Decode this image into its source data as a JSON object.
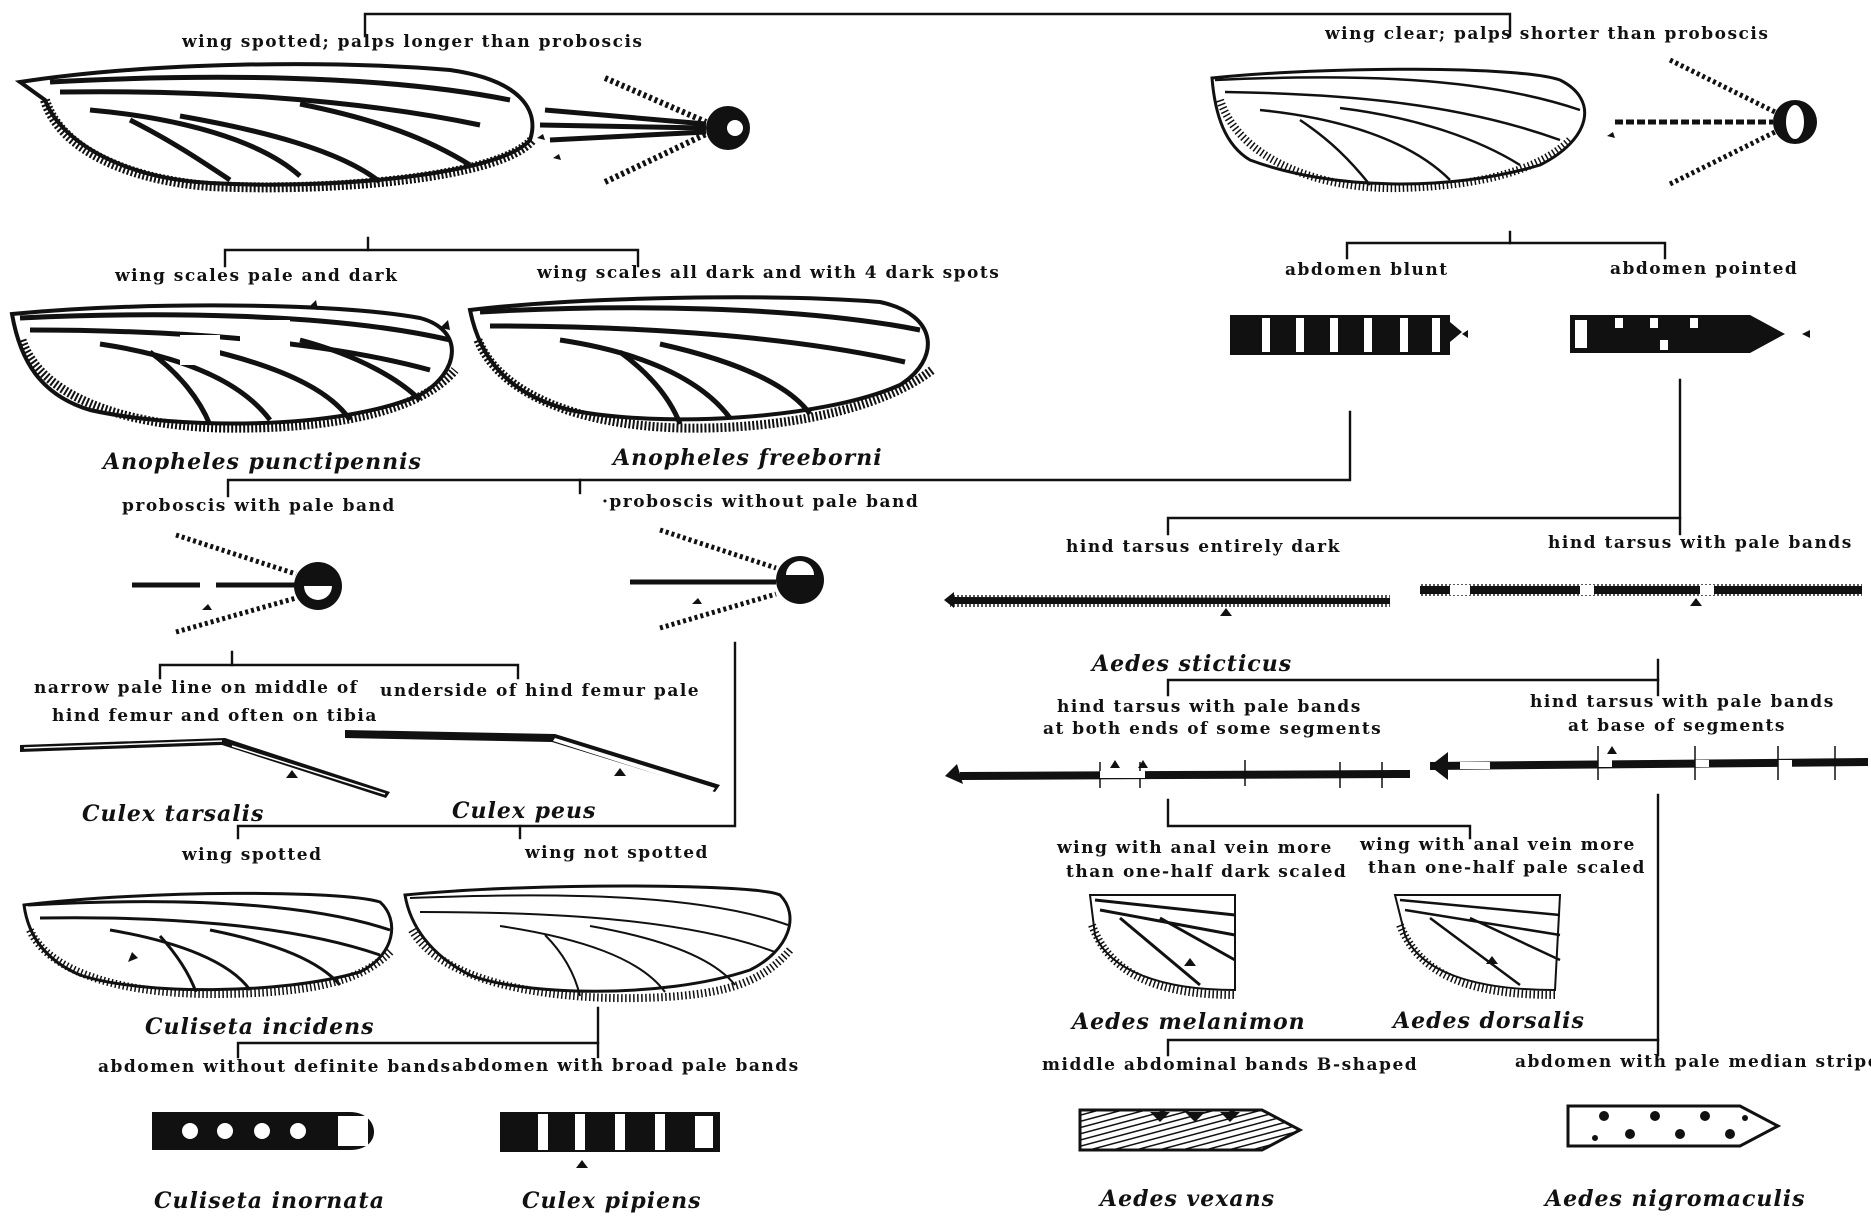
{
  "key": {
    "top_left": "wing spotted; palps longer than proboscis",
    "top_right": "wing clear; palps shorter than proboscis",
    "wing_pale_dark": "wing scales pale and dark",
    "wing_all_dark": "wing scales all dark and with 4 dark spots",
    "abd_blunt": "abdomen blunt",
    "abd_pointed": "abdomen pointed",
    "prob_pale": "proboscis with pale band",
    "prob_no_pale": "·proboscis without pale band",
    "tarsus_dark": "hind tarsus entirely dark",
    "tarsus_bands": "hind tarsus with pale bands",
    "femur_line_1": "narrow pale line on middle of",
    "femur_line_2": "hind femur and often on tibia",
    "femur_pale": "underside of hind femur pale",
    "both_ends_1": "hind tarsus with pale bands",
    "both_ends_2": "at both ends of some segments",
    "base_seg_1": "hind tarsus with pale bands",
    "base_seg_2": "at base of segments",
    "wing_spotted": "wing spotted",
    "wing_not_spotted": "wing not spotted",
    "anal_dark_1": "wing with anal vein more",
    "anal_dark_2": "than one-half dark scaled",
    "anal_pale_1": "wing with anal vein more",
    "anal_pale_2": "than one-half pale scaled",
    "abd_no_bands": "abdomen without definite bands",
    "abd_broad": "abdomen with broad pale bands",
    "b_shaped": "middle abdominal bands B-shaped",
    "median_stripe": "abdomen with pale median stripe"
  },
  "species": {
    "punctipennis": "Anopheles punctipennis",
    "freeborni": "Anopheles freeborni",
    "sticticus": "Aedes sticticus",
    "tarsalis": "Culex tarsalis",
    "peus": "Culex peus",
    "melanimon": "Aedes melanimon",
    "dorsalis": "Aedes dorsalis",
    "incidens": "Culiseta incidens",
    "inornata": "Culiseta inornata",
    "pipiens": "Culex pipiens",
    "vexans": "Aedes vexans",
    "nigromaculis": "Aedes nigromaculis"
  },
  "colors": {
    "ink": "#111111",
    "paper": "#ffffff"
  }
}
